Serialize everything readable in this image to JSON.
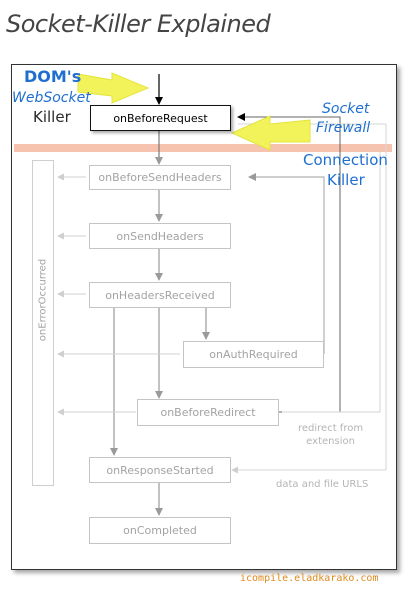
{
  "title": "Socket-Killer Explained",
  "nodes": {
    "on_before_request": "onBeforeRequest",
    "on_before_send_headers": "onBeforeSendHeaders",
    "on_send_headers": "onSendHeaders",
    "on_headers_received": "onHeadersReceived",
    "on_auth_required": "onAuthRequired",
    "on_before_redirect": "onBeforeRedirect",
    "on_response_started": "onResponseStarted",
    "on_completed": "onCompleted",
    "on_error_occurred": "onErrorOccurred"
  },
  "notes": {
    "redirect_line1": "redirect from",
    "redirect_line2": "extension",
    "data_urls": "data and file URLS"
  },
  "annotations": {
    "doms": "DOM's",
    "websocket": "WebSocket",
    "killer": "Killer",
    "socket": "Socket",
    "firewall": "Firewall",
    "connection": "Connection",
    "connection_killer": "Killer"
  },
  "watermark": "icompile.eladkarako.com",
  "colors": {
    "annotation_blue": "#1f6fd0",
    "arrow_yellow": "#f2f25a",
    "highlight_band": "#f3b9a0",
    "watermark_orange": "#e08a1a"
  }
}
